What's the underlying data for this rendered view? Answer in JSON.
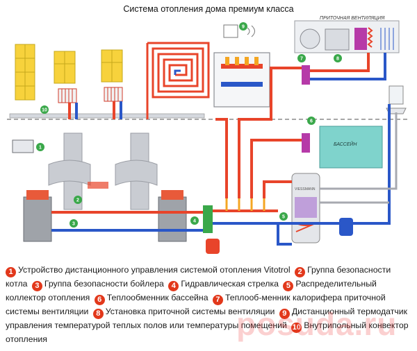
{
  "title": "Система отопления дома премиум класса",
  "labels": {
    "ventilation": "ПРИТОЧНАЯ ВЕНТИЛЯЦИЯ",
    "pool": "БАССЕЙН",
    "boiler_brand": "VIESSMANN"
  },
  "markers": [
    "1",
    "2",
    "3",
    "4",
    "5",
    "6",
    "7",
    "8",
    "9",
    "10"
  ],
  "legend": [
    {
      "num": "1",
      "text": "Устройство дистанционного управления системой отопления Vitotrol"
    },
    {
      "num": "2",
      "text": "Группа безопасности котла"
    },
    {
      "num": "3",
      "text": "Группа безопасности бойлера"
    },
    {
      "num": "4",
      "text": "Гидравлическая стрелка"
    },
    {
      "num": "5",
      "text": "Распределительный коллектор отопления"
    },
    {
      "num": "6",
      "text": "Теплообменник бассейна"
    },
    {
      "num": "7",
      "text": "Теплооб-менник калорифера приточной системы вентиляции"
    },
    {
      "num": "8",
      "text": "Установка приточной системы вентиляции"
    },
    {
      "num": "9",
      "text": "Дистанционный термодатчик управления температурой теплых полов или температуры помещений"
    },
    {
      "num": "10",
      "text": "Внутрипольный конвектор отопления"
    }
  ],
  "watermark": "posuda.ru",
  "colors": {
    "hot": "#e8442a",
    "cold": "#2a57c8",
    "gray_pipe": "#a7a9b0",
    "window": "#f7d23c",
    "pool": "#7fd3cc",
    "marker": "#3aa84a",
    "legend_num": "#e2381b"
  }
}
